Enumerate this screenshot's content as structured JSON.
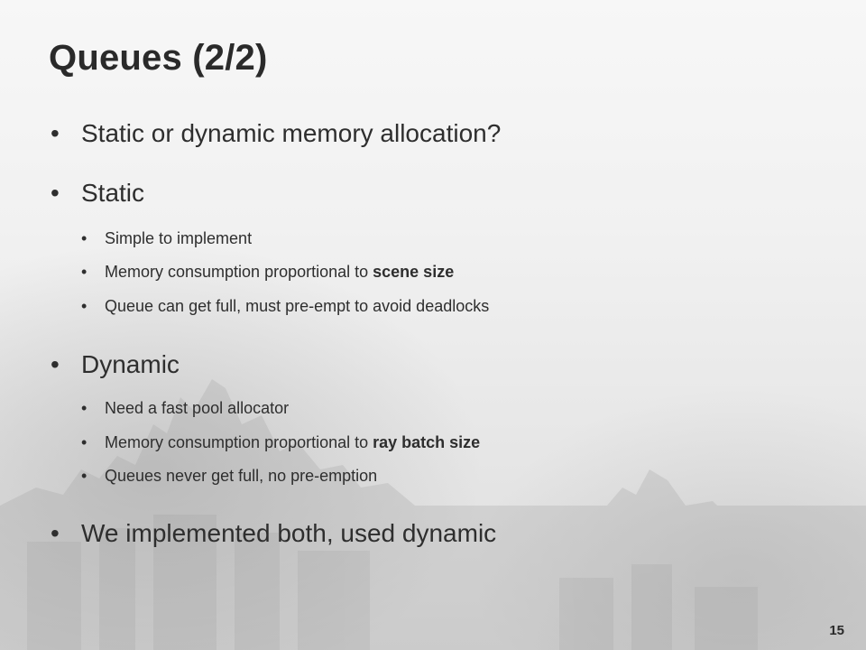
{
  "slide": {
    "title": "Queues (2/2)",
    "bullet_glyph": "•",
    "bullets": [
      {
        "text": "Static or dynamic memory allocation?"
      },
      {
        "text": "Static"
      },
      {
        "text": "Simple to implement"
      },
      {
        "text": "Memory consumption proportional to ",
        "bold": "scene size"
      },
      {
        "text": "Queue can get full, must pre-empt to avoid deadlocks"
      },
      {
        "text": "Dynamic"
      },
      {
        "text": "Need a fast pool allocator"
      },
      {
        "text": "Memory consumption proportional to ",
        "bold": "ray batch size"
      },
      {
        "text": "Queues never get full, no pre-emption"
      },
      {
        "text": "We implemented both, used dynamic"
      }
    ],
    "page_number": "15"
  }
}
